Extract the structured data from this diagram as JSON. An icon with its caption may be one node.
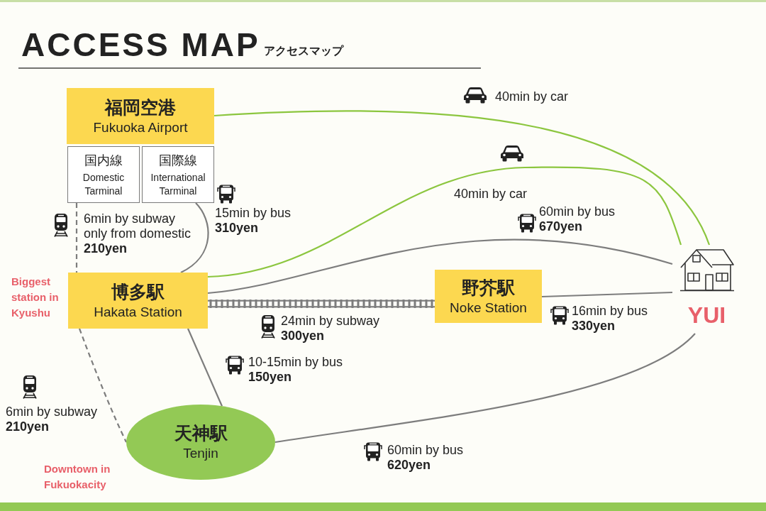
{
  "diagram": {
    "title": "ACCESS MAP",
    "nodes": [
      {
        "text": [
          "福岡空港",
          "Fukuoka Airport"
        ]
      },
      {
        "text": [
          "国内線",
          "Domestic Tarminal"
        ]
      },
      {
        "text": [
          "国際線",
          "International Tarminal"
        ]
      },
      {
        "text": [
          "博多駅",
          "Hakata Station"
        ],
        "beside": [
          "Biggest station in Kyushu"
        ]
      },
      {
        "text": [
          "野芥駅",
          "Noke Station"
        ]
      },
      {
        "text": [
          "天神駅",
          "Tenjin"
        ],
        "beside": [
          "Downtown in Fukuokacity"
        ]
      },
      {
        "text": [
          "YUI"
        ]
      }
    ],
    "edges": [
      {
        "from": 0,
        "to": 6,
        "arrow": "none",
        "label": "40min by car",
        "color": "#8cc63f"
      },
      {
        "from": 1,
        "to": 3,
        "arrow": "none",
        "label": "6min by subway only from domestic **210yen**",
        "style": "dashed"
      },
      {
        "from": 2,
        "to": 3,
        "arrow": "none",
        "label": "15min by bus **310yen**"
      },
      {
        "from": 3,
        "to": 6,
        "arrow": "none",
        "label": "40min by car",
        "color": "#8cc63f"
      },
      {
        "from": 3,
        "to": 6,
        "arrow": "none",
        "label": "60min by bus **670yen**"
      },
      {
        "from": 3,
        "to": 4,
        "arrow": "none",
        "label": "24min by subway **300yen**",
        "style": "thick"
      },
      {
        "from": 4,
        "to": 6,
        "arrow": "none",
        "label": "16min by bus **330yen**"
      },
      {
        "from": 3,
        "to": 5,
        "arrow": "none",
        "label": "6min by subway **210yen**",
        "style": "dashed"
      },
      {
        "from": 3,
        "to": 5,
        "arrow": "none",
        "label": "10-15min by bus **150yen**"
      },
      {
        "from": 5,
        "to": 6,
        "arrow": "none",
        "label": "60min by bus **620yen**"
      }
    ],
    "labels": [
      "アクセスマップ"
    ]
  }
}
